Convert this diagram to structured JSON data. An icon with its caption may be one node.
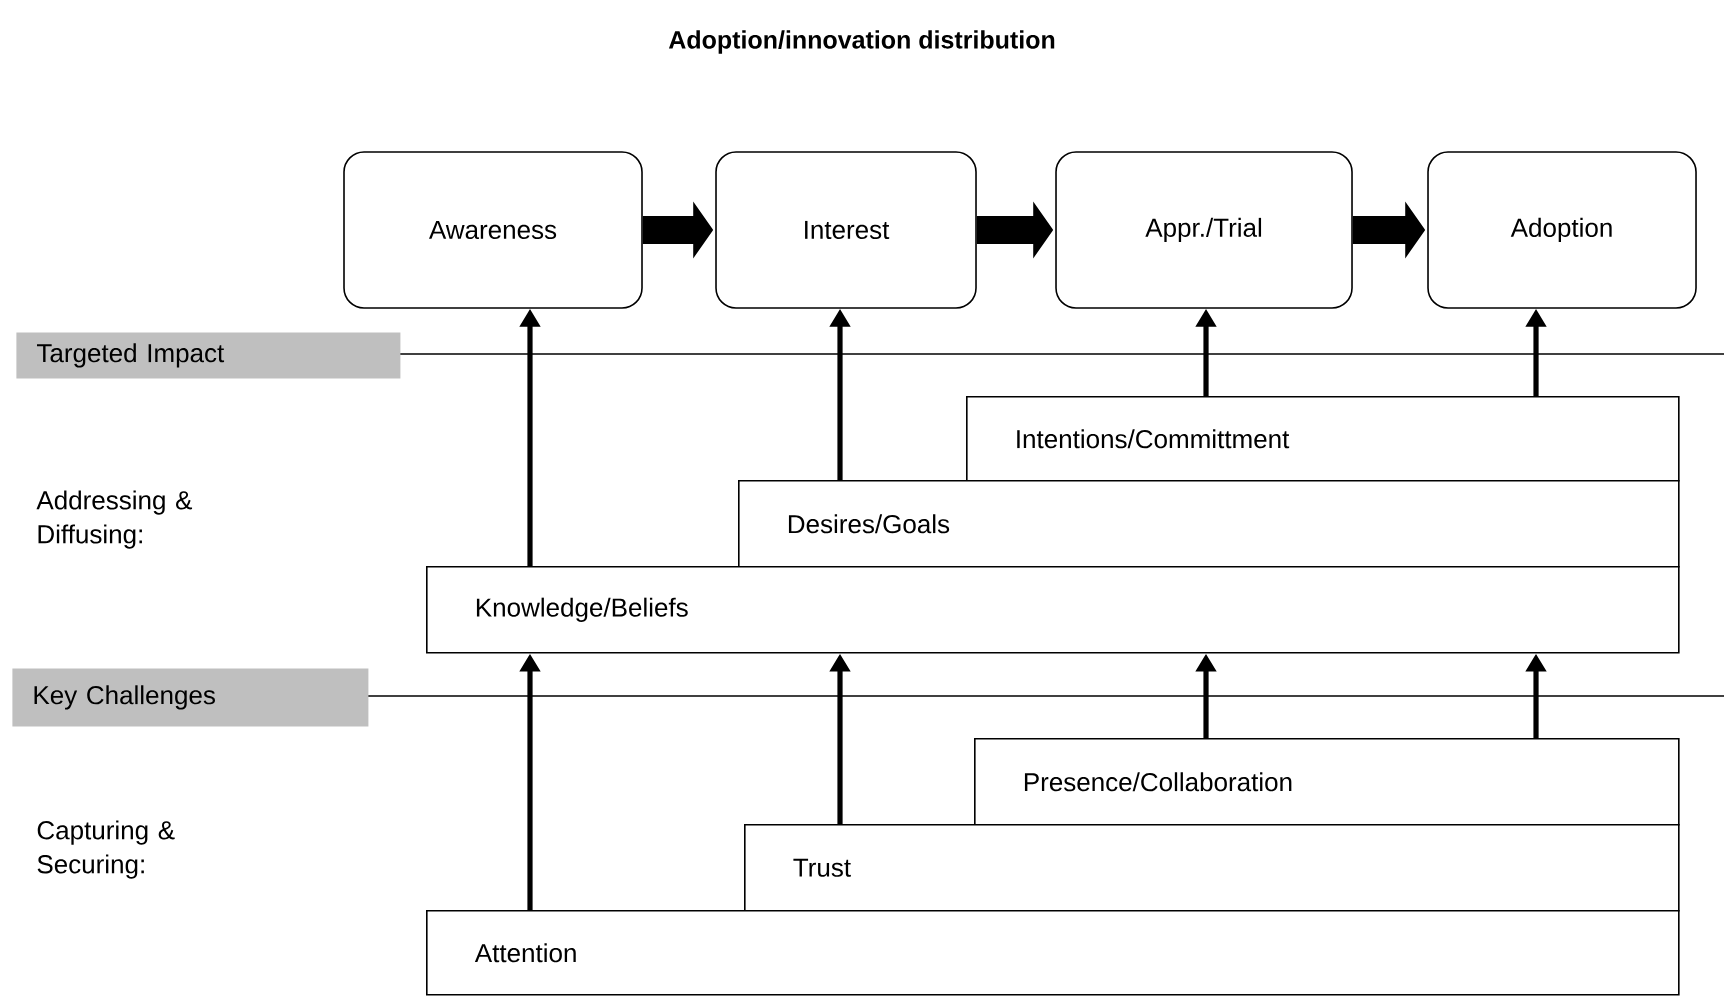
{
  "diagram": {
    "title": "Adoption/innovation distribution",
    "nodes": [
      {
        "text": [
          "Awareness"
        ]
      },
      {
        "text": [
          "Interest"
        ]
      },
      {
        "text": [
          "Appr./Trial"
        ]
      },
      {
        "text": [
          "Adoption"
        ]
      },
      {
        "text": [
          "Targeted Impact"
        ]
      },
      {
        "text": [
          "Intentions/Committment"
        ]
      },
      {
        "text": [
          "Desires/Goals"
        ]
      },
      {
        "text": [
          "Knowledge/Beliefs"
        ]
      },
      {
        "text": [
          "Key Challenges"
        ]
      },
      {
        "text": [
          "Presence/Collaboration"
        ]
      },
      {
        "text": [
          "Trust"
        ]
      },
      {
        "text": [
          "Attention"
        ]
      }
    ],
    "edges": [
      {
        "from": 0,
        "to": 1,
        "arrow": "to",
        "style": "thick"
      },
      {
        "from": 1,
        "to": 2,
        "arrow": "to",
        "style": "thick"
      },
      {
        "from": 2,
        "to": 3,
        "arrow": "to",
        "style": "thick"
      },
      {
        "from": 7,
        "to": 0,
        "arrow": "to"
      },
      {
        "from": 6,
        "to": 1,
        "arrow": "to"
      },
      {
        "from": 5,
        "to": 2,
        "arrow": "to"
      },
      {
        "from": 5,
        "to": 3,
        "arrow": "to"
      },
      {
        "from": 11,
        "to": 7,
        "arrow": "to"
      },
      {
        "from": 10,
        "to": 7,
        "arrow": "to"
      },
      {
        "from": 9,
        "to": 7,
        "arrow": "to"
      },
      {
        "from": 9,
        "to": 7,
        "arrow": "to"
      }
    ],
    "labels": [
      "Addressing & Diffusing:",
      "Capturing & Securing:"
    ]
  }
}
